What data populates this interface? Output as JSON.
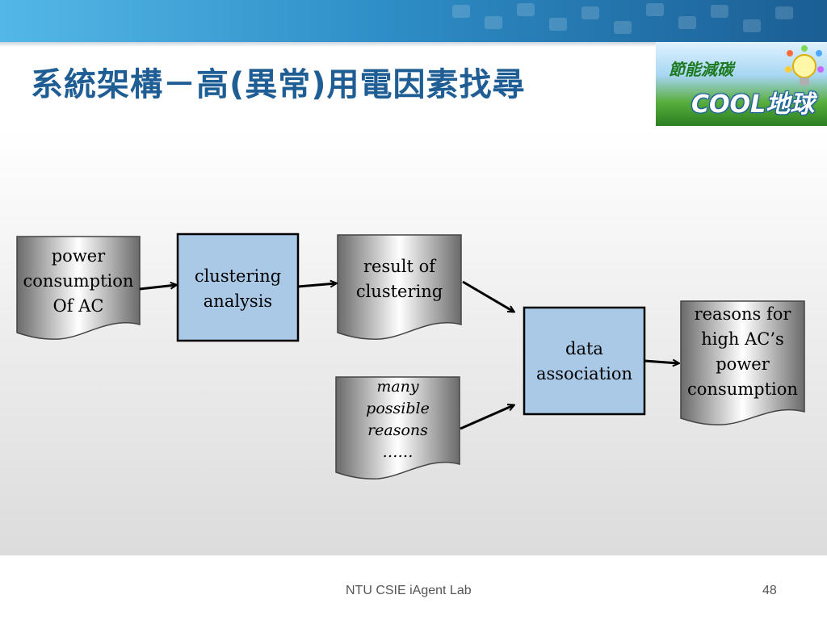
{
  "slide": {
    "title": "系統架構－高(異常)用電因素找尋",
    "footer_center": "NTU CSIE iAgent Lab",
    "page_number": "48"
  },
  "logo": {
    "line1": "節能減碳",
    "line2": "COOL地球"
  },
  "diagram": {
    "nodes": {
      "power_consumption": "power\nconsumption\nOf AC",
      "clustering_analysis": "clustering\nanalysis",
      "result_of_clustering": "result of\nclustering",
      "many_possible_reasons": "many\npossible\nreasons\n……",
      "data_association": "data\nassociation",
      "reasons_output": "reasons for\nhigh AC’s\npower\nconsumption"
    }
  },
  "colors": {
    "title": "#1f5e95",
    "process_fill": "#a9c9e6",
    "document_gradient_light": "#ffffff",
    "document_gradient_dark": "#6a6a6a"
  }
}
